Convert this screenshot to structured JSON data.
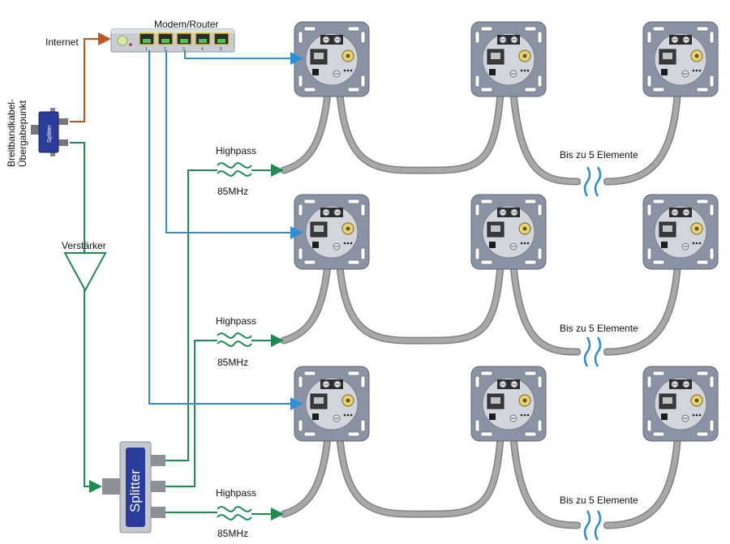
{
  "labels": {
    "modem_router": "Modem/Router",
    "internet": "Internet",
    "uebergabepunkt": [
      "Breitbandkabel-",
      "Übergabepunkt"
    ],
    "verstaerker": "Verstärker",
    "splitter_small": "Splitter",
    "splitter_large": "Splitter",
    "router_port_numbers": [
      "1",
      "2",
      "3",
      "4",
      "5"
    ]
  },
  "rows": [
    {
      "highpass": "Highpass",
      "freq": "85MHz",
      "chain_label": "Bis zu 5 Elemente"
    },
    {
      "highpass": "Highpass",
      "freq": "85MHz",
      "chain_label": "Bis zu 5 Elemente"
    },
    {
      "highpass": "Highpass",
      "freq": "85MHz",
      "chain_label": "Bis zu 5 Elemente"
    }
  ],
  "colors": {
    "internet_line": "#c0561e",
    "coax_line": "#1f8a52",
    "lan_line": "#2f8fd6",
    "cable": "#a8a8a8",
    "break_mark": "#2a8bd8",
    "plate": "#8a93a3",
    "splitter_body": "#2a3d9a",
    "router_body": "#c9cdd3"
  }
}
